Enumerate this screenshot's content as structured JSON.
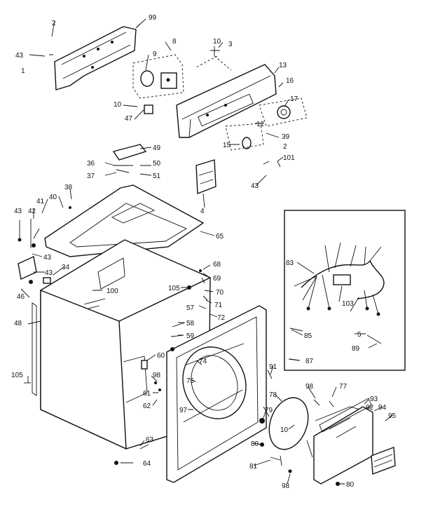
{
  "diagram": {
    "labels": [
      {
        "id": "l99",
        "text": "99"
      },
      {
        "id": "l2a",
        "text": "2"
      },
      {
        "id": "l43a",
        "text": "43"
      },
      {
        "id": "l1",
        "text": "1"
      },
      {
        "id": "l8",
        "text": "8"
      },
      {
        "id": "l10a",
        "text": "10"
      },
      {
        "id": "l3",
        "text": "3"
      },
      {
        "id": "l9",
        "text": "9"
      },
      {
        "id": "l13",
        "text": "13"
      },
      {
        "id": "l16",
        "text": "16"
      },
      {
        "id": "l17",
        "text": "17"
      },
      {
        "id": "l10b",
        "text": "10"
      },
      {
        "id": "l47",
        "text": "47"
      },
      {
        "id": "l12",
        "text": "12"
      },
      {
        "id": "l39",
        "text": "39"
      },
      {
        "id": "l2b",
        "text": "2"
      },
      {
        "id": "l15",
        "text": "15"
      },
      {
        "id": "l101",
        "text": "101"
      },
      {
        "id": "l49",
        "text": "49"
      },
      {
        "id": "l36",
        "text": "36"
      },
      {
        "id": "l50",
        "text": "50"
      },
      {
        "id": "l37",
        "text": "37"
      },
      {
        "id": "l51",
        "text": "51"
      },
      {
        "id": "l43b",
        "text": "43"
      },
      {
        "id": "l38",
        "text": "38"
      },
      {
        "id": "l4",
        "text": "4"
      },
      {
        "id": "l43c",
        "text": "43"
      },
      {
        "id": "l41",
        "text": "41"
      },
      {
        "id": "l40",
        "text": "40"
      },
      {
        "id": "l42",
        "text": "42"
      },
      {
        "id": "l65",
        "text": "65"
      },
      {
        "id": "l43d",
        "text": "43"
      },
      {
        "id": "l43e",
        "text": "43"
      },
      {
        "id": "l34",
        "text": "34"
      },
      {
        "id": "l46",
        "text": "46"
      },
      {
        "id": "l68",
        "text": "68"
      },
      {
        "id": "l69",
        "text": "69"
      },
      {
        "id": "l105a",
        "text": "105"
      },
      {
        "id": "l100",
        "text": "100"
      },
      {
        "id": "l70",
        "text": "70"
      },
      {
        "id": "l57",
        "text": "57"
      },
      {
        "id": "l71",
        "text": "71"
      },
      {
        "id": "l72",
        "text": "72"
      },
      {
        "id": "l48",
        "text": "48"
      },
      {
        "id": "l58",
        "text": "58"
      },
      {
        "id": "l59",
        "text": "59"
      },
      {
        "id": "l83",
        "text": "83"
      },
      {
        "id": "l103",
        "text": "103"
      },
      {
        "id": "l85",
        "text": "85"
      },
      {
        "id": "l5",
        "text": "5"
      },
      {
        "id": "l89",
        "text": "89"
      },
      {
        "id": "l87",
        "text": "87"
      },
      {
        "id": "l60",
        "text": "60"
      },
      {
        "id": "l74",
        "text": "74"
      },
      {
        "id": "l91",
        "text": "91"
      },
      {
        "id": "l105b",
        "text": "105"
      },
      {
        "id": "l98a",
        "text": "98"
      },
      {
        "id": "l75",
        "text": "75"
      },
      {
        "id": "l61",
        "text": "61"
      },
      {
        "id": "l62",
        "text": "62"
      },
      {
        "id": "l97",
        "text": "97"
      },
      {
        "id": "l98b",
        "text": "98"
      },
      {
        "id": "l77",
        "text": "77"
      },
      {
        "id": "l78",
        "text": "78"
      },
      {
        "id": "l93",
        "text": "93"
      },
      {
        "id": "l92",
        "text": "92"
      },
      {
        "id": "l94",
        "text": "94"
      },
      {
        "id": "l95",
        "text": "95"
      },
      {
        "id": "l79",
        "text": "79"
      },
      {
        "id": "l10c",
        "text": "10"
      },
      {
        "id": "l63",
        "text": "63"
      },
      {
        "id": "l80a",
        "text": "80"
      },
      {
        "id": "l64",
        "text": "64"
      },
      {
        "id": "l81",
        "text": "81"
      },
      {
        "id": "l98c",
        "text": "98"
      },
      {
        "id": "l80b",
        "text": "80"
      }
    ]
  }
}
